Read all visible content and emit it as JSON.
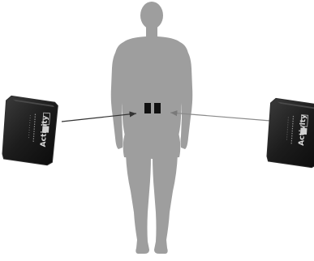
{
  "diagram": {
    "figure": {
      "description_icon": "human-silhouette-icon",
      "color": "#9e9e9e"
    },
    "sensors": {
      "color": "#111111",
      "count": 2
    },
    "left_device": {
      "brand_text": "Activity",
      "icon": "activity-monitor-device-icon"
    },
    "right_device": {
      "brand_text": "Activity",
      "icon": "activity-monitor-device-icon"
    },
    "arrows": {
      "left_color": "#333333",
      "right_color": "#8a8a8a"
    },
    "colors": {
      "device_body": "#1c1c1c",
      "device_edge": "#3a3a3a",
      "background": "#ffffff"
    }
  }
}
